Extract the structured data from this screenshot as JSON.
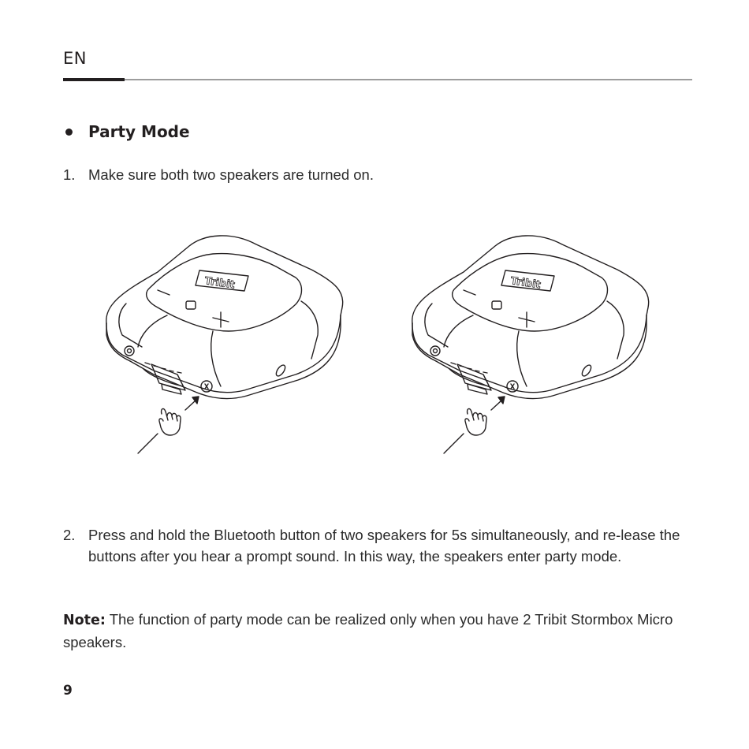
{
  "header": {
    "language": "EN"
  },
  "section": {
    "title": "Party Mode"
  },
  "steps": [
    {
      "number": "1.",
      "text": "Make sure both two speakers are turned on."
    },
    {
      "number": "2.",
      "text": "Press and hold the Bluetooth button of two speakers for 5s simultaneously, and re-lease the buttons after you hear a prompt sound. In this way, the speakers enter party mode."
    }
  ],
  "illustration": {
    "brand_label": "Tribit"
  },
  "note": {
    "label": "Note:",
    "text": " The function of party mode can be realized only when you have 2 Tribit Stormbox Micro speakers."
  },
  "footer": {
    "page_number": "9"
  }
}
